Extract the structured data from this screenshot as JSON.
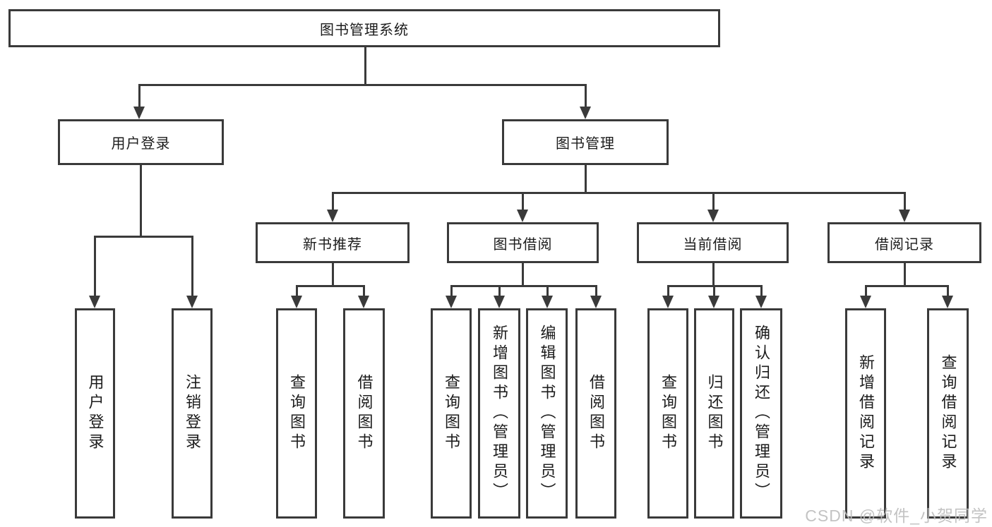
{
  "diagram": {
    "title": "图书管理系统",
    "nodes": {
      "root": "图书管理系统",
      "user_login": "用户登录",
      "book_mgmt": "图书管理",
      "new_book_rec": "新书推荐",
      "book_borrow": "图书借阅",
      "current_borrow": "当前借阅",
      "borrow_records": "借阅记录",
      "leaf_user_login": "用户登录",
      "leaf_logout": "注销登录",
      "leaf_nb_query": "查询图书",
      "leaf_nb_borrow": "借阅图书",
      "leaf_bb_query": "查询图书",
      "leaf_bb_add": "新增图书（管理员）",
      "leaf_bb_edit": "编辑图书（管理员）",
      "leaf_bb_borrow": "借阅图书",
      "leaf_cb_query": "查询图书",
      "leaf_cb_return": "归还图书",
      "leaf_cb_confirm": "确认归还（管理员）",
      "leaf_br_add": "新增借阅记录",
      "leaf_br_query": "查询借阅记录"
    },
    "colors": {
      "line": "#3a3a3a",
      "text": "#1c1c1c",
      "watermark": "#bdbdbd",
      "background": "#ffffff"
    },
    "watermark": "CSDN @软件_小贺同学"
  }
}
